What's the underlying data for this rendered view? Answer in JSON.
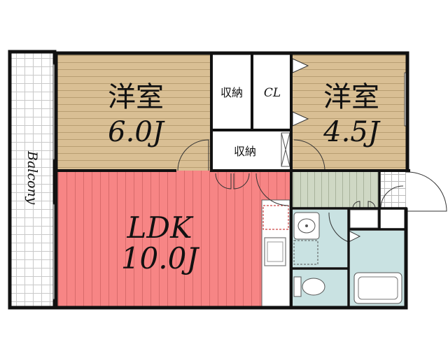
{
  "rooms": {
    "western_a": {
      "name": "洋室",
      "size": "6.0J"
    },
    "western_b": {
      "name": "洋室",
      "size": "4.5J"
    },
    "ldk": {
      "name": "LDK",
      "size": "10.0J"
    }
  },
  "storage": {
    "upper": "収納",
    "lower": "収納",
    "closet": "CL"
  },
  "balcony": {
    "label": "Balcony"
  },
  "colors": {
    "wood": "#d9bf94",
    "wood_line": "#b89e72",
    "ldk": "#f78585",
    "ldk_line": "#d86a6a",
    "hall": "#cfd8c4",
    "wet": "#c9e2e2",
    "wall": "#111111"
  }
}
